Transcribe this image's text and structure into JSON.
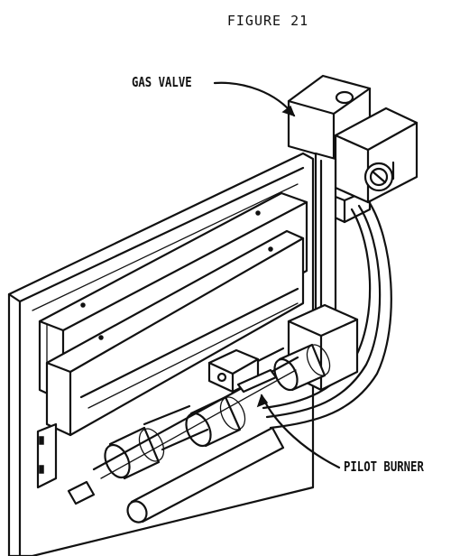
{
  "figure": {
    "title": "FIGURE 21"
  },
  "callouts": {
    "gas_valve": "GAS VALVE",
    "pilot_burner": "PILOT BURNER"
  },
  "colors": {
    "ink": "#111111",
    "background": "#ffffff"
  }
}
